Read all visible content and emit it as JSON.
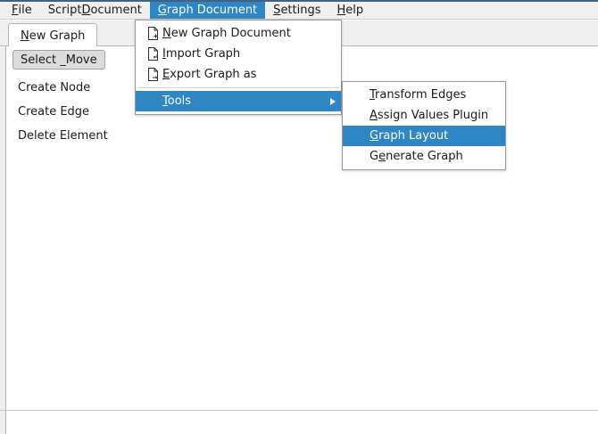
{
  "menubar": {
    "items": [
      {
        "label": "File",
        "mnemonic": "F",
        "active": false
      },
      {
        "label": "Script Document",
        "mnemonic": "D",
        "active": false
      },
      {
        "label": "Graph Document",
        "mnemonic": "G",
        "active": true
      },
      {
        "label": "Settings",
        "mnemonic": "S",
        "active": false
      },
      {
        "label": "Help",
        "mnemonic": "H",
        "active": false
      }
    ]
  },
  "tabs": {
    "items": [
      {
        "label": "New Graph",
        "mnemonic": "N",
        "selected": true
      }
    ]
  },
  "toolpanel": {
    "select_move": "Select _Move",
    "items": [
      {
        "label": "Create Node"
      },
      {
        "label": "Create Edge"
      },
      {
        "label": "Delete Element"
      }
    ]
  },
  "graph_document_menu": {
    "items": [
      {
        "label": "New Graph Document",
        "mnemonic": "N",
        "icon": "document-new-icon",
        "selected": false,
        "submenu": false
      },
      {
        "label": "Import Graph",
        "mnemonic": "I",
        "icon": "document-import-icon",
        "selected": false,
        "submenu": false
      },
      {
        "label": "Export Graph as",
        "mnemonic": "E",
        "icon": "document-export-icon",
        "selected": false,
        "submenu": false
      },
      {
        "separator": true
      },
      {
        "label": "Tools",
        "mnemonic": "T",
        "icon": "",
        "selected": true,
        "submenu": true
      }
    ]
  },
  "tools_submenu": {
    "items": [
      {
        "label": "Transform Edges",
        "mnemonic": "T",
        "selected": false
      },
      {
        "label": "Assign Values Plugin",
        "mnemonic": "A",
        "selected": false
      },
      {
        "label": "Graph Layout",
        "mnemonic": "G",
        "selected": true
      },
      {
        "label": "Generate Graph",
        "mnemonic": "e",
        "selected": false
      }
    ]
  },
  "colors": {
    "highlight": "#2e86c4",
    "menubar_bg": "#efefef",
    "window_border": "#42637f",
    "text": "#1a1a1a"
  }
}
